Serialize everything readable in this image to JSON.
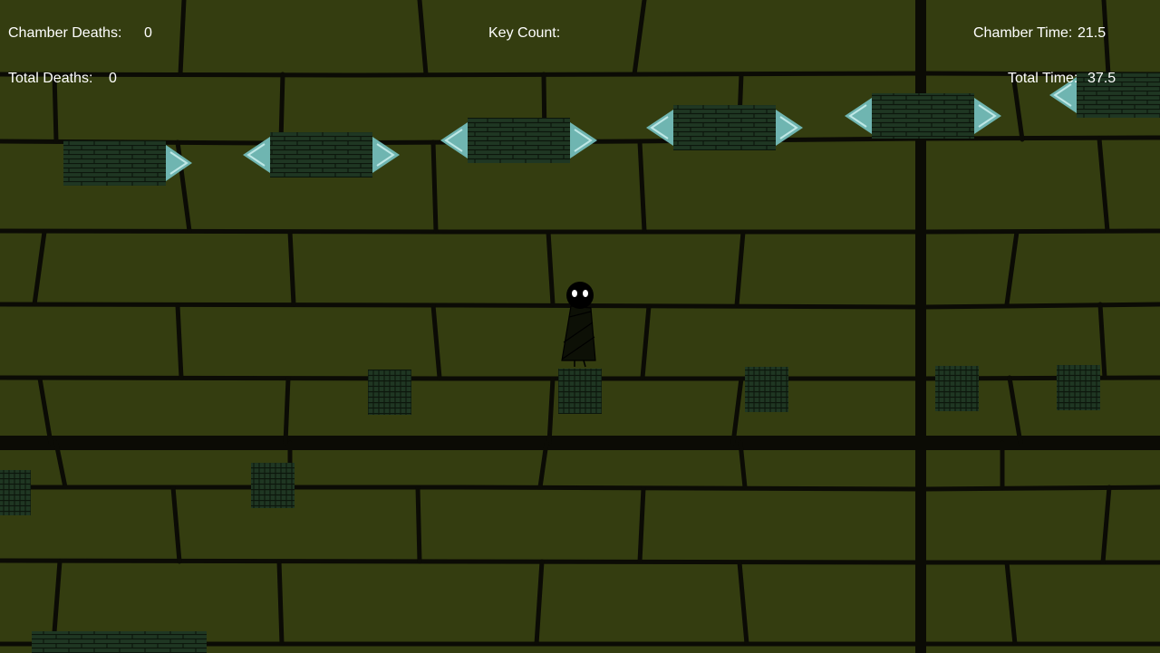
{
  "hud": {
    "chamber_deaths_label": "Chamber Deaths:",
    "chamber_deaths_value": "0",
    "total_deaths_label": "Total Deaths:",
    "total_deaths_value": "0",
    "key_count_label": "Key Count:",
    "key_count_value": "",
    "chamber_time_label": "Chamber Time:",
    "chamber_time_value": "21.5",
    "total_time_label": "Total Time:",
    "total_time_value": "37.5"
  },
  "colors": {
    "wall": "#343d10",
    "mortar": "#0b0b05",
    "brick_block": "#1f3723",
    "brick_line": "#0c160c",
    "arrow_tip": "#6fb5b1",
    "arrow_tip_highlight": "#bfe8e6",
    "hud_text": "#ffffff",
    "player_body": "#000000",
    "player_eye": "#ffffff"
  },
  "scene": {
    "player": "player-character",
    "platforms": "small-brick-platforms",
    "moving_spike_blocks": "double-arrow-brick-blocks"
  }
}
